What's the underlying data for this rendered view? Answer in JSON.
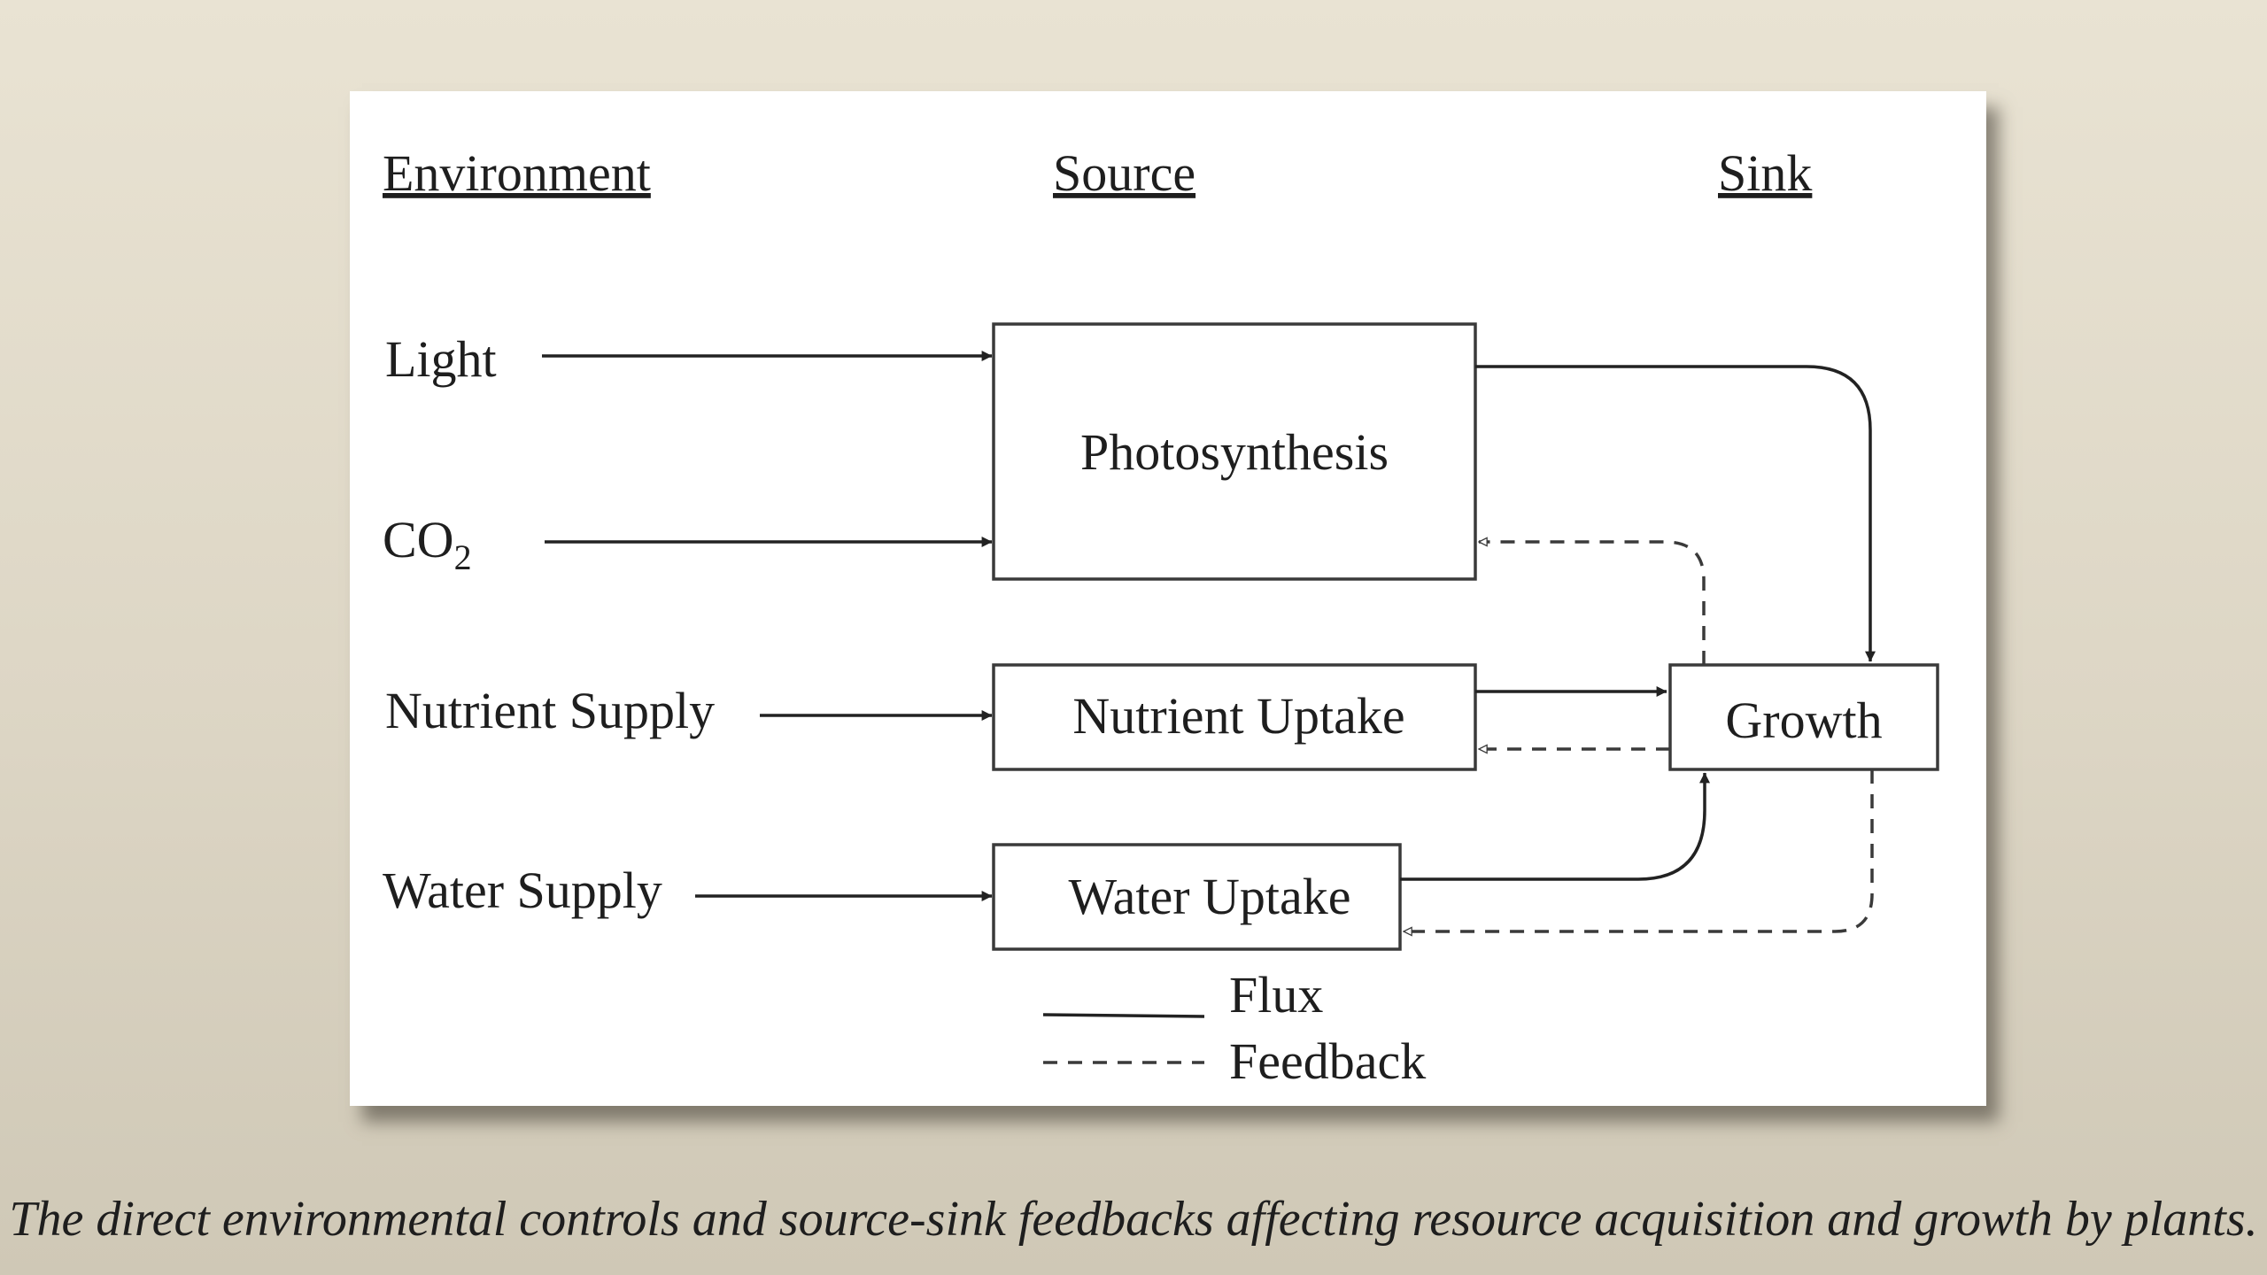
{
  "headers": {
    "environment": "Environment",
    "source": "Source",
    "sink": "Sink"
  },
  "inputs": {
    "light": "Light",
    "co2_base": "CO",
    "co2_sub": "2",
    "nutrient_supply": "Nutrient Supply",
    "water_supply": "Water Supply"
  },
  "boxes": {
    "photosynthesis": "Photosynthesis",
    "nutrient_uptake": "Nutrient Uptake",
    "water_uptake": "Water Uptake",
    "growth": "Growth"
  },
  "legend": {
    "flux": "Flux",
    "feedback": "Feedback"
  },
  "caption": "The direct environmental controls and source-sink feedbacks affecting resource acquisition and growth by plants.",
  "colors": {
    "background": "#e6e0d0",
    "panel": "#ffffff",
    "ink": "#1e1e1e"
  }
}
